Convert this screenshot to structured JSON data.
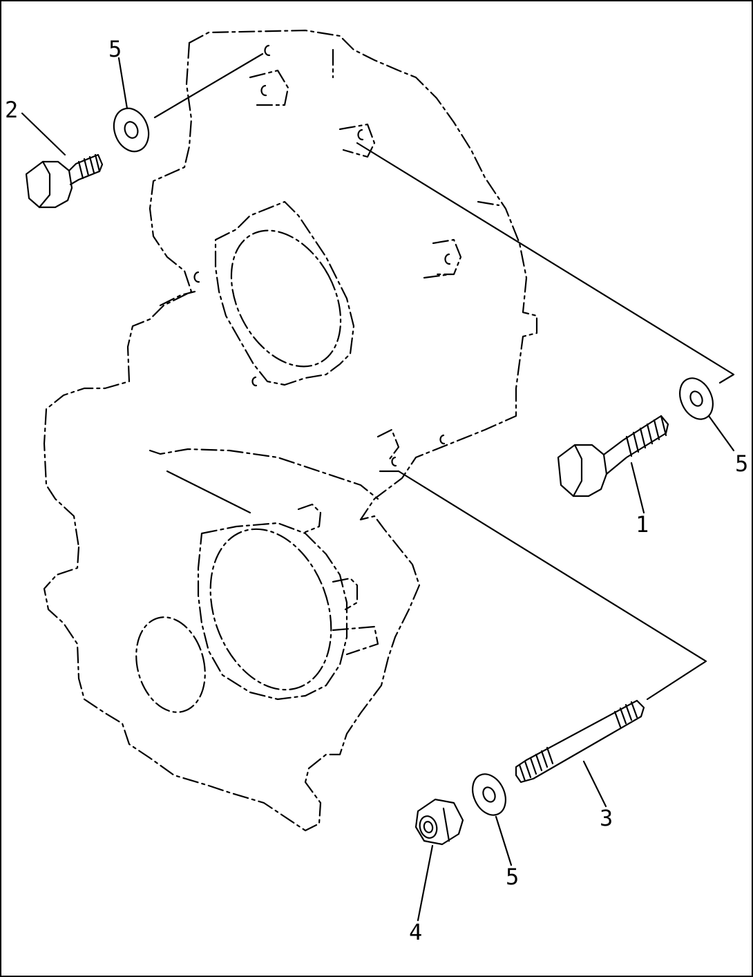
{
  "diagram": {
    "callouts": [
      {
        "id": "c1",
        "label": "1",
        "part": "bolt"
      },
      {
        "id": "c2",
        "label": "2",
        "part": "bolt"
      },
      {
        "id": "c3",
        "label": "3",
        "part": "stud"
      },
      {
        "id": "c4",
        "label": "4",
        "part": "nut"
      },
      {
        "id": "c5a",
        "label": "5",
        "part": "washer"
      },
      {
        "id": "c5b",
        "label": "5",
        "part": "washer"
      },
      {
        "id": "c5c",
        "label": "5",
        "part": "washer"
      }
    ],
    "colors": {
      "line": "#000000",
      "background": "#ffffff"
    }
  }
}
